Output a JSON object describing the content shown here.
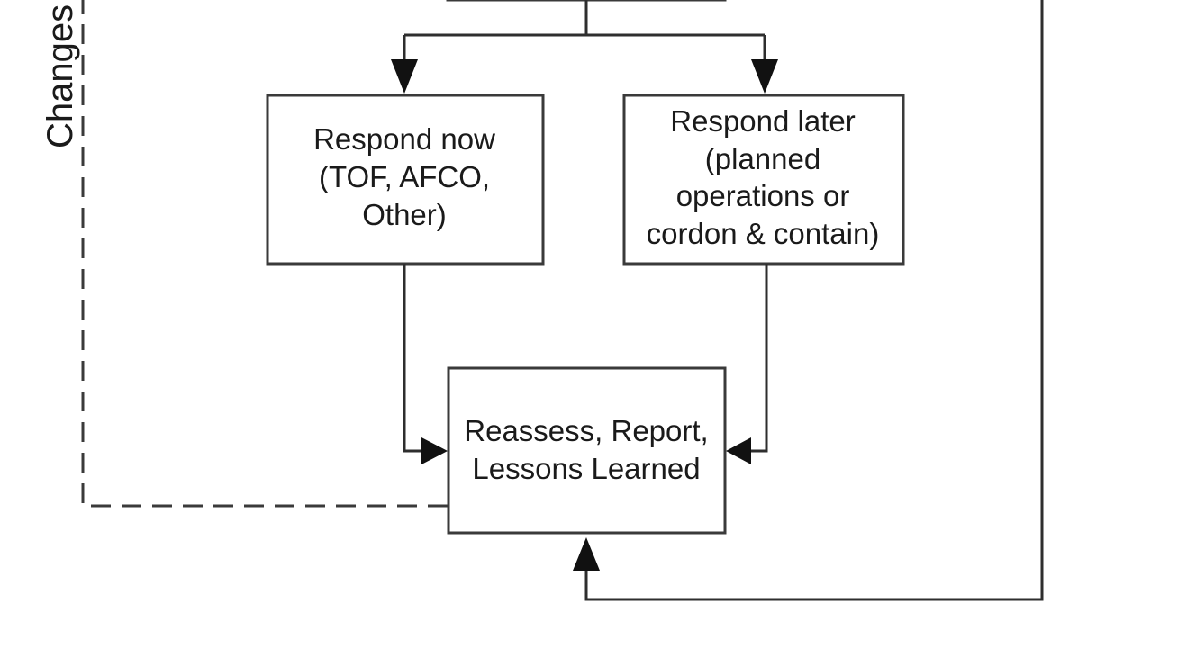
{
  "nodes": {
    "respond_now": {
      "lines": [
        "Respond now",
        "(TOF, AFCO,",
        "Other)"
      ]
    },
    "respond_later": {
      "lines": [
        "Respond later",
        "(planned",
        "operations or",
        "cordon & contain)"
      ]
    },
    "reassess": {
      "lines": [
        "Reassess, Report,",
        "Lessons Learned"
      ]
    }
  },
  "side_label": "Changes",
  "colors": {
    "line": "#2e2e2e",
    "box_border": "#3a3a3a",
    "box_fill": "#ffffff",
    "text": "#1a1a1a",
    "background": "#ffffff"
  }
}
